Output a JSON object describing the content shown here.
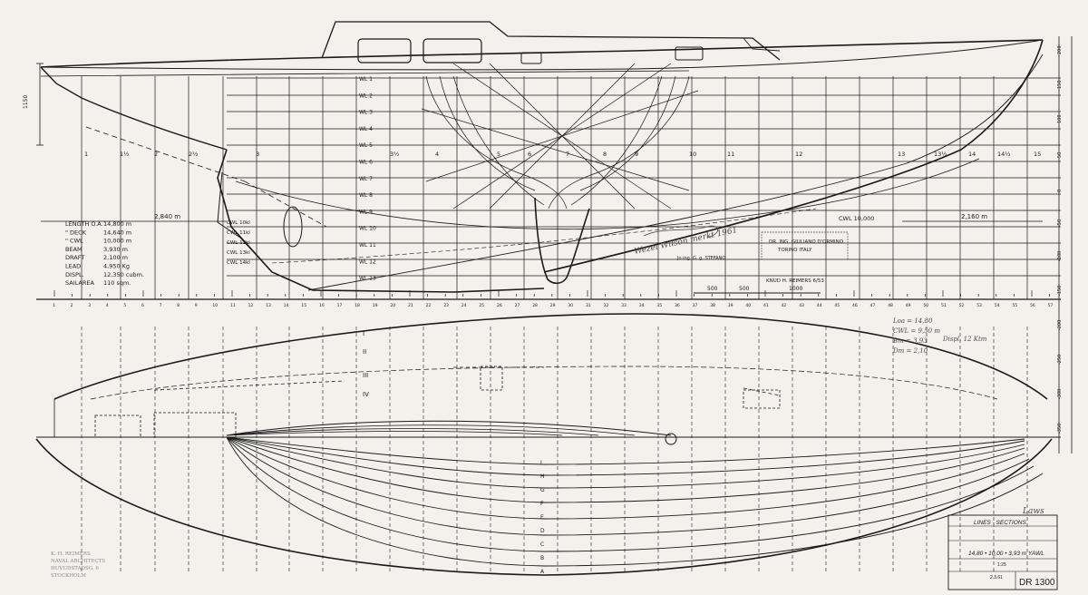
{
  "drawing": {
    "number": "DR 1300",
    "title": "LINES - SECTIONS",
    "subtitle": "14,80 • 10,00 • 3,93 m YAWL",
    "scale_note": "1:25",
    "date": "2.3.61",
    "signature": "Laws"
  },
  "dimensions": {
    "rows": [
      {
        "label": "LENGTH O.A.",
        "value": "14,800 m"
      },
      {
        "label": "\" DECK",
        "value": "14,640 m"
      },
      {
        "label": "\" CWL",
        "value": "10,000 m"
      },
      {
        "label": "BEAM",
        "value": "3,930 m"
      },
      {
        "label": "DRAFT",
        "value": "2,100 m"
      },
      {
        "label": "LEAD",
        "value": "4,950 Kg"
      },
      {
        "label": "DISPL.",
        "value": "12,350 cubm."
      },
      {
        "label": "SAILAREA",
        "value": "110 sqm."
      }
    ],
    "overhang_fwd": "2,840 m",
    "overhang_aft": "2,160 m",
    "cwl": "CWL 10,000"
  },
  "waterlines": {
    "labels": [
      "WL 1",
      "WL 2",
      "WL 3",
      "WL 4",
      "WL 5",
      "WL 6",
      "WL 7",
      "WL 8",
      "WL 9",
      "WL 10",
      "WL 11",
      "WL 12",
      "WL 13"
    ],
    "cwl_labels": [
      "CWL 10kl",
      "CWL 11kl",
      "CWL 12kl",
      "CWL 13kl",
      "CWL 14kl"
    ]
  },
  "stations": {
    "profile": [
      "1",
      "1½",
      "2",
      "2½",
      "3",
      "3½",
      "4",
      "5",
      "6",
      "7",
      "8",
      "9",
      "10",
      "11",
      "12",
      "13",
      "13½",
      "14",
      "14½",
      "15"
    ],
    "scale_ticks": [
      "1",
      "2",
      "3",
      "4",
      "5",
      "6",
      "7",
      "8",
      "9",
      "10",
      "11",
      "12",
      "13",
      "14",
      "15",
      "16",
      "17",
      "18",
      "19",
      "20",
      "21",
      "22",
      "23",
      "24",
      "25",
      "26",
      "27",
      "28",
      "29",
      "30",
      "31",
      "32",
      "33",
      "34",
      "35",
      "36",
      "37",
      "38",
      "39",
      "40",
      "41",
      "42",
      "43",
      "44",
      "45",
      "46",
      "47",
      "48",
      "49",
      "50",
      "51",
      "52",
      "53",
      "54",
      "55",
      "56",
      "57"
    ]
  },
  "sections": {
    "roman": [
      "I",
      "II",
      "III",
      "IV"
    ],
    "buttocks": [
      "I",
      "H",
      "G",
      "F",
      "E",
      "D",
      "C",
      "B",
      "A"
    ]
  },
  "approval_stamp": {
    "line1": "DR. ING. GIULIANO D'ORMINO",
    "line2": "TORINO   ITALY"
  },
  "notes": {
    "knuth": "KNUD H. REIMERS 6/53",
    "stefano": "Jo ing. G. g. STEFANO",
    "handwritten": "Wezel Wilson merkt 1961",
    "right_scale": [
      "500",
      "500",
      "1000"
    ],
    "computations": [
      "Loa = 14,80",
      "CWL = 9,50 m",
      "Bm = 3,93",
      "Dm = 2,10"
    ],
    "displ_note": "Displ. 12 Ktm",
    "bottom_left_stamp": [
      "K. H. REIMERS",
      "NAVAL ARCHITECTS",
      "HUVUDSTADSG. 6",
      "STOCKHOLM"
    ]
  },
  "right_margin": [
    "200",
    "150",
    "100",
    "50",
    "0",
    "-50",
    "-100",
    "-150",
    "-200",
    "-250",
    "-300",
    "-350"
  ],
  "colors": {
    "paper": "#f2f1ec",
    "ink": "#1a1a1a",
    "grid": "#333333",
    "pencil": "#6b6b6b"
  }
}
